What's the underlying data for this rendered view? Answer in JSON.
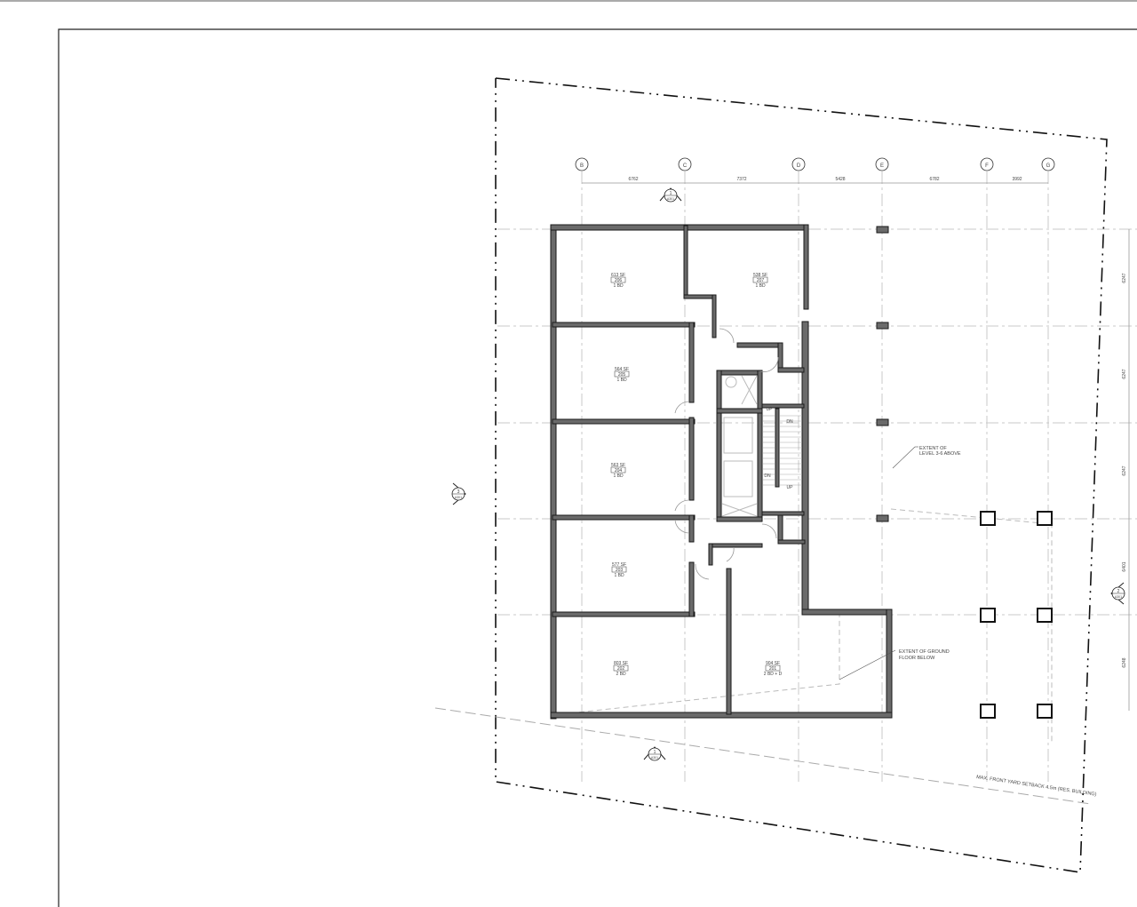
{
  "grid": {
    "columns": [
      "B",
      "C",
      "D",
      "E",
      "F",
      "G"
    ],
    "column_dims": [
      "6762",
      "7372",
      "5428",
      "6782",
      "3992"
    ],
    "row_dims": [
      "6247",
      "6247",
      "6247",
      "6401",
      "6248"
    ]
  },
  "rooms": [
    {
      "area": "613 SF",
      "number": "206",
      "type": "1 BD"
    },
    {
      "area": "538 SF",
      "number": "207",
      "type": "1 BD"
    },
    {
      "area": "564 SF",
      "number": "205",
      "type": "1 BD"
    },
    {
      "area": "563 SF",
      "number": "204",
      "type": "1 BD"
    },
    {
      "area": "577 SF",
      "number": "203",
      "type": "1 BD"
    },
    {
      "area": "803 SF",
      "number": "202",
      "type": "2 BD"
    },
    {
      "area": "904 SF",
      "number": "201",
      "type": "2 BD + D"
    }
  ],
  "stairs": {
    "up_1": "UP",
    "dn_1": "DN",
    "dn_2": "DN",
    "up_2": "UP"
  },
  "notes": {
    "level_above_1": "EXTENT OF",
    "level_above_2": "LEVEL 3-6 ABOVE",
    "ground_below_1": "EXTENT OF GROUND",
    "ground_below_2": "FLOOR BELOW",
    "setback": "MAX. FRONT YARD SETBACK 4.5m (RES. BUILDING)"
  },
  "section_markers": [
    {
      "number": "1",
      "sheet": "A301"
    },
    {
      "number": "3",
      "sheet": "A301"
    },
    {
      "number": "1",
      "sheet": "A301"
    },
    {
      "number": "2",
      "sheet": "A301"
    }
  ],
  "colors": {
    "wall": "#6a6a6a",
    "line": "#111111",
    "grid": "#c8c8c8"
  }
}
